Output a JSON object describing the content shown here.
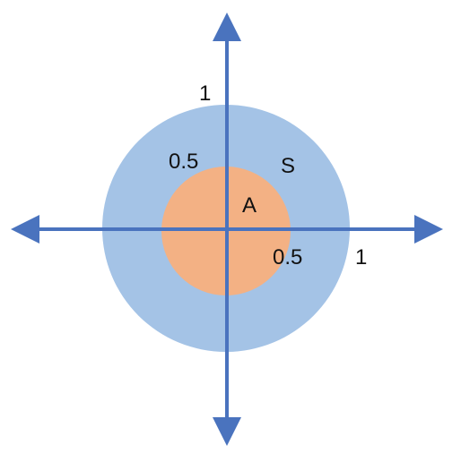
{
  "colors": {
    "outer_region": "#a4c3e6",
    "inner_region": "#f3b184",
    "axes": "#4a73be",
    "text": "#111111"
  },
  "labels": {
    "y_one": "1",
    "y_half": "0.5",
    "outer_region": "S",
    "inner_region": "A",
    "x_half": "0.5",
    "x_one": "1"
  }
}
